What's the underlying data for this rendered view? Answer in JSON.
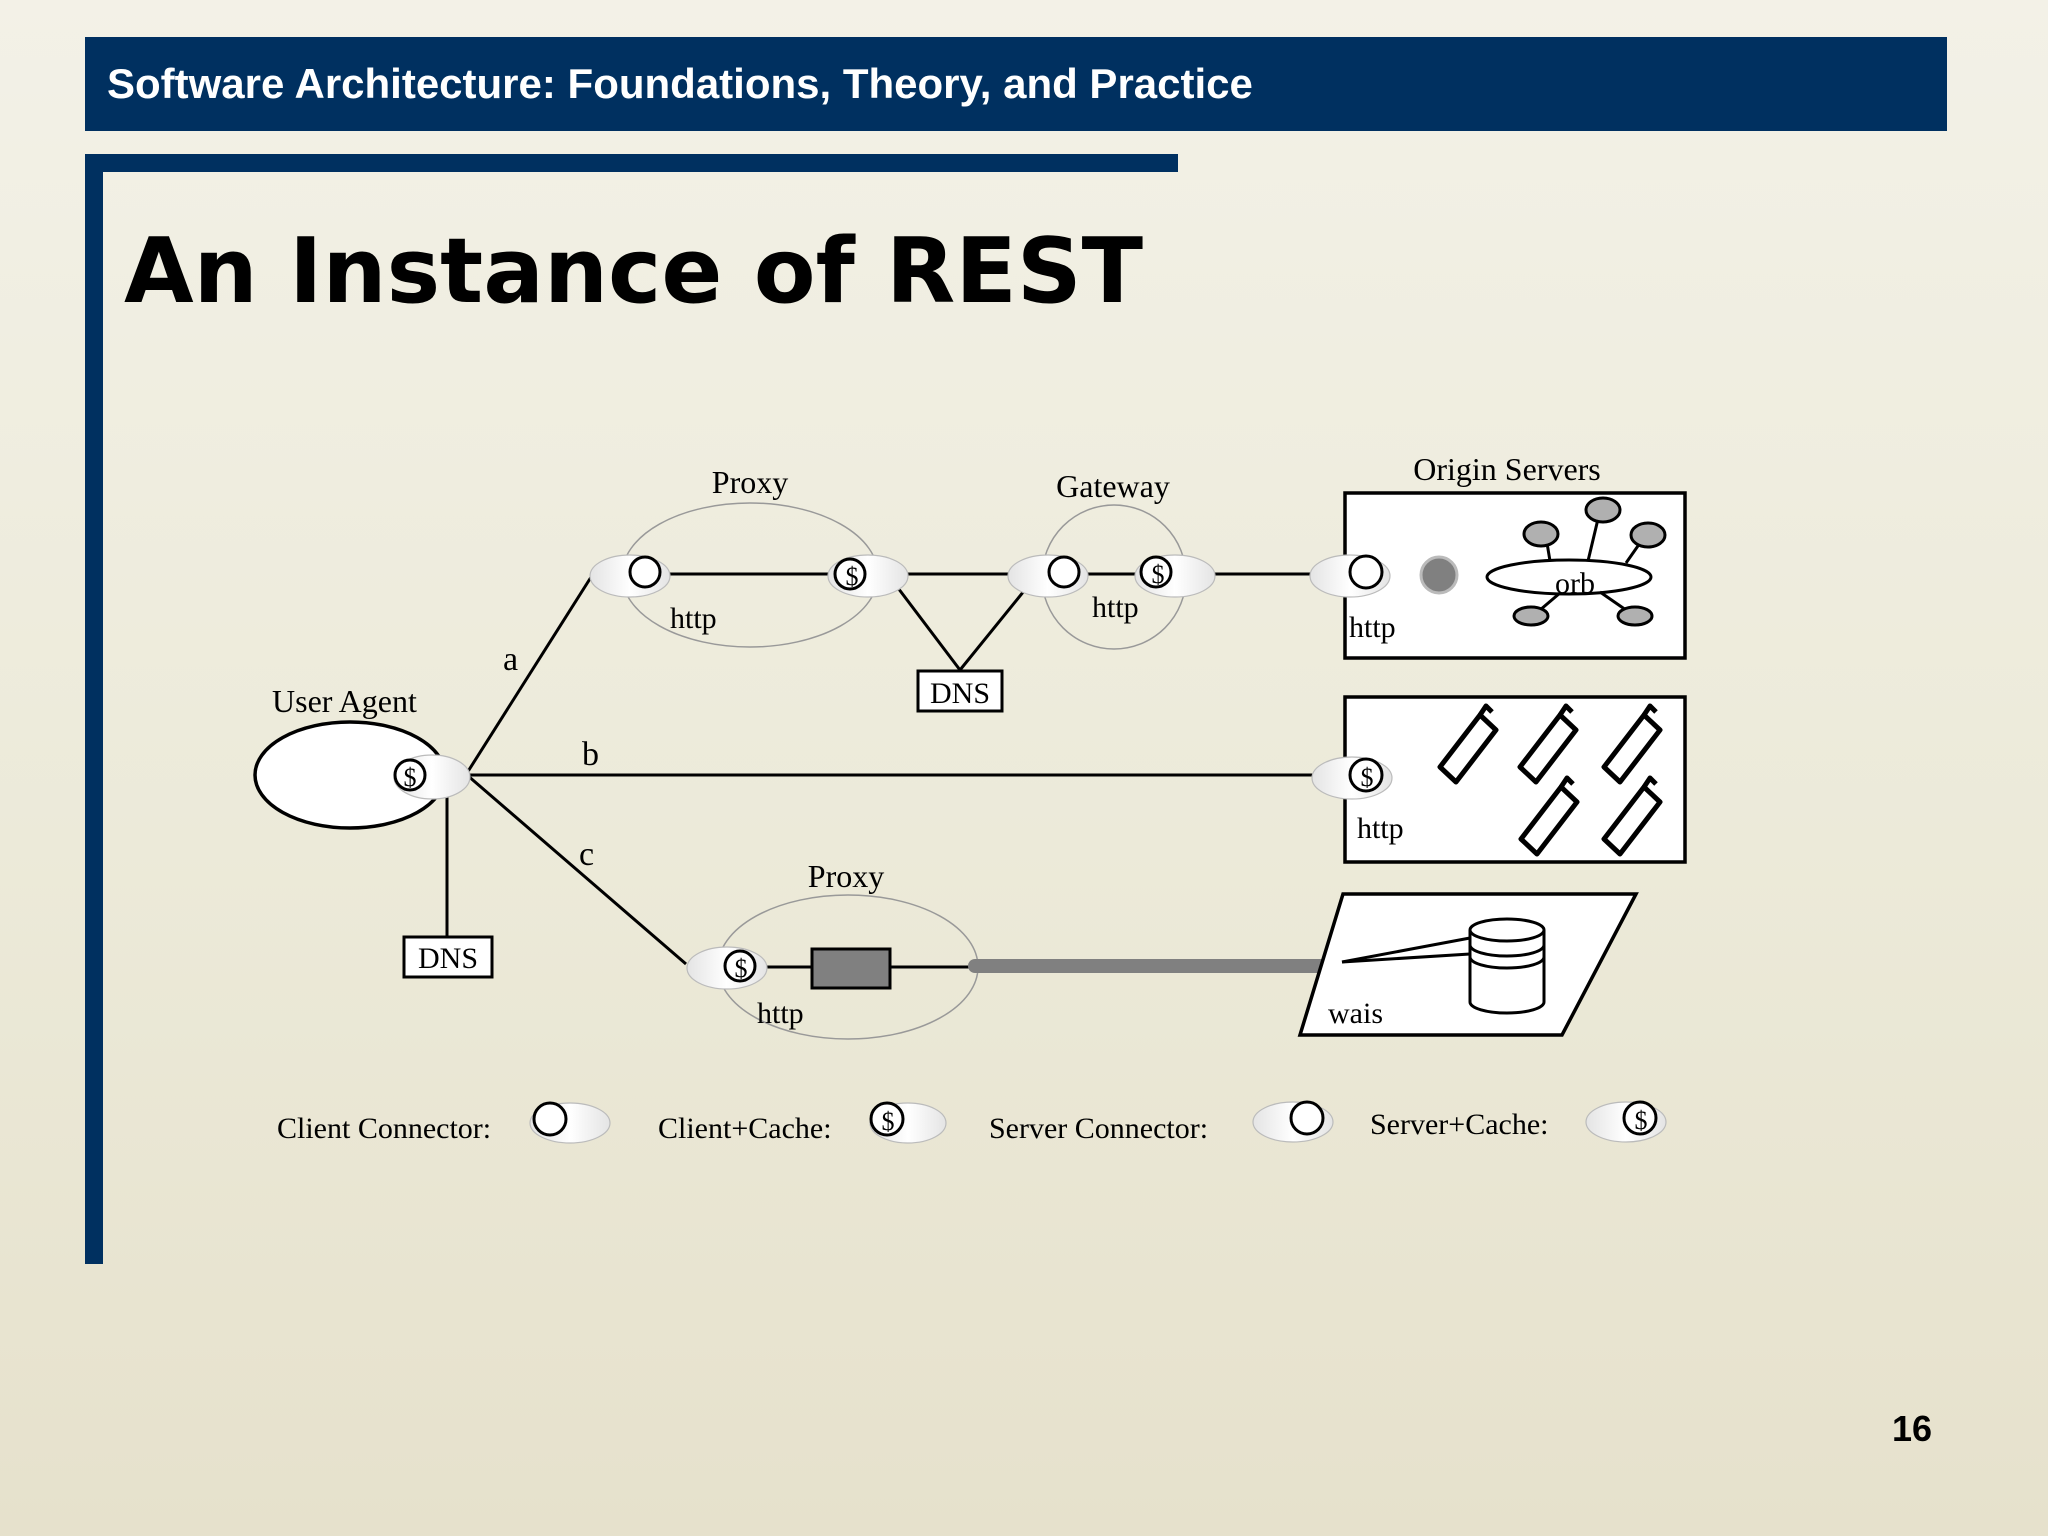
{
  "header": {
    "course_title": "Software Architecture: Foundations, Theory, and Practice"
  },
  "slide": {
    "title": "An Instance of REST",
    "page_number": "16"
  },
  "diagram": {
    "labels": {
      "user_agent": "User Agent",
      "proxy_top": "Proxy",
      "gateway": "Gateway",
      "origin_servers": "Origin Servers",
      "proxy_bottom": "Proxy",
      "dns_top": "DNS",
      "dns_left": "DNS",
      "path_a": "a",
      "path_b": "b",
      "path_c": "c",
      "http_proxy_top": "http",
      "http_gateway": "http",
      "http_origin_orb": "http",
      "http_origin_files": "http",
      "http_proxy_bottom": "http",
      "orb": "orb",
      "wais": "wais",
      "cache_symbol": "$"
    },
    "legend": {
      "client_connector": "Client Connector:",
      "client_cache": "Client+Cache:",
      "server_connector": "Server Connector:",
      "server_cache": "Server+Cache:"
    }
  }
}
